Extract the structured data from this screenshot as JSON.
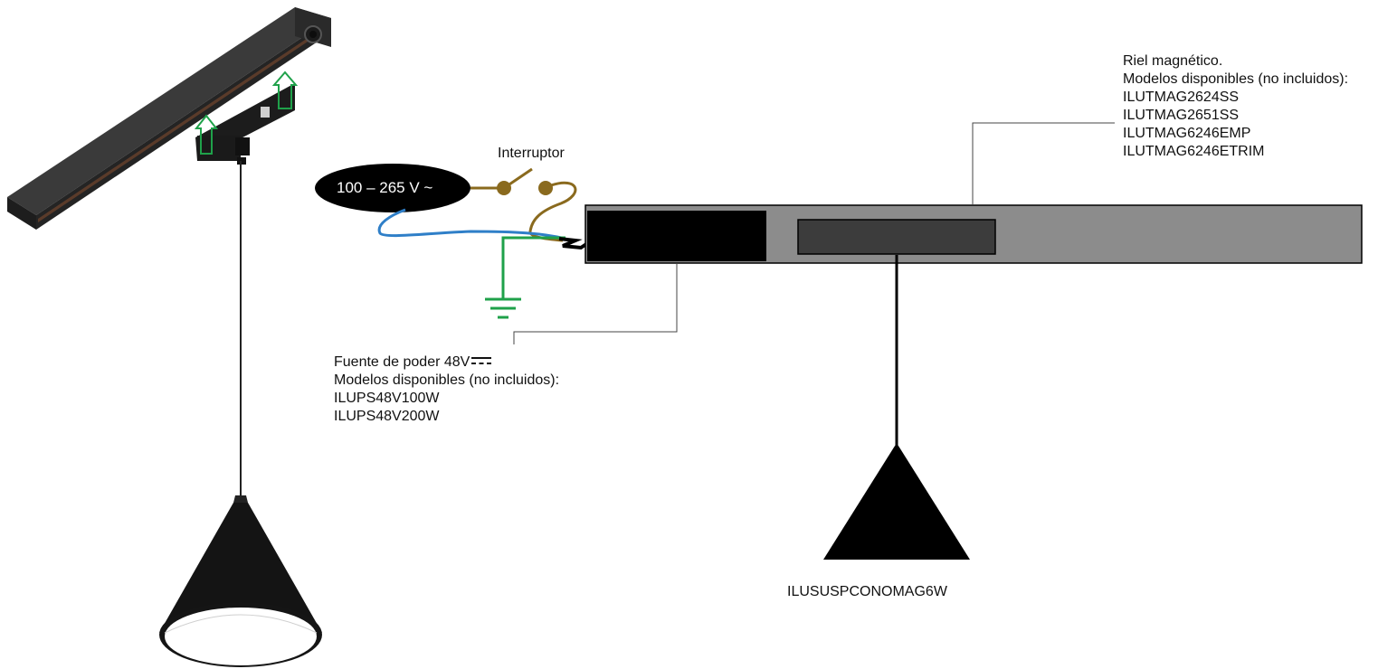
{
  "voltage_label": "100 – 265 V ~",
  "switch_label": "Interruptor",
  "rail_note": {
    "title": "Riel magnético.",
    "subtitle": "Modelos disponibles (no incluidos):",
    "models": [
      "ILUTMAG2624SS",
      "ILUTMAG2651SS",
      "ILUTMAG6246EMP",
      "ILUTMAG6246ETRIM"
    ]
  },
  "psu_note": {
    "title": "Fuente de poder 48V",
    "subtitle": "Modelos disponibles (no incluidos):",
    "models": [
      "ILUPS48V100W",
      "ILUPS48V200W"
    ]
  },
  "pendant_label": "ILUSUSPCONOMAG6W",
  "colors": {
    "live_wire": "#8a6a1e",
    "neutral_wire": "#2f7fc8",
    "ground_wire": "#1fa14a",
    "rail": "#8c8c8c",
    "module": "#3c3c3c",
    "psu": "#000000",
    "arrow": "#1fa14a"
  }
}
